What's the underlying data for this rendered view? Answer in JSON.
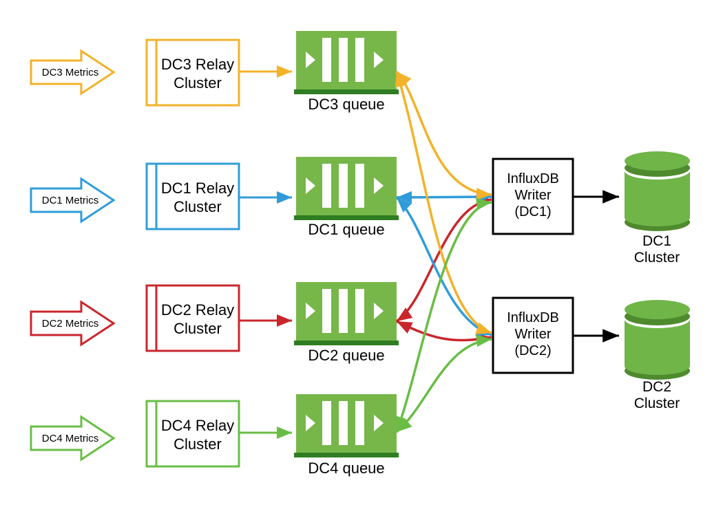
{
  "background": "#ffffff",
  "colors": {
    "dc1": "#2F9CD9",
    "dc2": "#C9262C",
    "dc3": "#F3B229",
    "dc4": "#69BD45",
    "queue_fill": "#77B74A",
    "queue_base": "#2F7D22",
    "db_fill": "#6FB548",
    "db_shade": "#4F8A2F",
    "writer_stroke": "#000000",
    "arrow_black": "#000000",
    "text": "#000000"
  },
  "sources": [
    {
      "metrics_label": "DC3 Metrics",
      "relay_line1": "DC3 Relay",
      "relay_line2": "Cluster",
      "queue_label": "DC3 queue",
      "color": "#F3B229"
    },
    {
      "metrics_label": "DC1 Metrics",
      "relay_line1": "DC1 Relay",
      "relay_line2": "Cluster",
      "queue_label": "DC1 queue",
      "color": "#2F9CD9"
    },
    {
      "metrics_label": "DC2 Metrics",
      "relay_line1": "DC2 Relay",
      "relay_line2": "Cluster",
      "queue_label": "DC2 queue",
      "color": "#C9262C"
    },
    {
      "metrics_label": "DC4 Metrics",
      "relay_line1": "DC4 Relay",
      "relay_line2": "Cluster",
      "queue_label": "DC4 queue",
      "color": "#69BD45"
    }
  ],
  "writers": [
    {
      "line1": "InfluxDB",
      "line2": "Writer",
      "line3": "(DC1)"
    },
    {
      "line1": "InfluxDB",
      "line2": "Writer",
      "line3": "(DC2)"
    }
  ],
  "clusters": [
    {
      "line1": "DC1",
      "line2": "Cluster"
    },
    {
      "line1": "DC2",
      "line2": "Cluster"
    }
  ],
  "edges": {
    "relay_to_queue": [
      {
        "from": "DC3 Relay Cluster",
        "to": "DC3 queue",
        "color": "#F3B229"
      },
      {
        "from": "DC1 Relay Cluster",
        "to": "DC1 queue",
        "color": "#2F9CD9"
      },
      {
        "from": "DC2 Relay Cluster",
        "to": "DC2 queue",
        "color": "#C9262C"
      },
      {
        "from": "DC4 Relay Cluster",
        "to": "DC4 queue",
        "color": "#69BD45"
      }
    ],
    "queue_writer": [
      {
        "queue": "DC3 queue",
        "writer": "InfluxDB Writer (DC1)",
        "color": "#F3B229",
        "bidirectional": true
      },
      {
        "queue": "DC3 queue",
        "writer": "InfluxDB Writer (DC2)",
        "color": "#F3B229",
        "bidirectional": true
      },
      {
        "queue": "DC1 queue",
        "writer": "InfluxDB Writer (DC1)",
        "color": "#2F9CD9",
        "bidirectional": true
      },
      {
        "queue": "DC1 queue",
        "writer": "InfluxDB Writer (DC2)",
        "color": "#2F9CD9",
        "bidirectional": true
      },
      {
        "queue": "DC2 queue",
        "writer": "InfluxDB Writer (DC1)",
        "color": "#C9262C",
        "bidirectional": true
      },
      {
        "queue": "DC2 queue",
        "writer": "InfluxDB Writer (DC2)",
        "color": "#C9262C",
        "bidirectional": true
      },
      {
        "queue": "DC4 queue",
        "writer": "InfluxDB Writer (DC1)",
        "color": "#69BD45",
        "bidirectional": true
      },
      {
        "queue": "DC4 queue",
        "writer": "InfluxDB Writer (DC2)",
        "color": "#69BD45",
        "bidirectional": true
      }
    ],
    "writer_to_cluster": [
      {
        "from": "InfluxDB Writer (DC1)",
        "to": "DC1 Cluster",
        "color": "#000000"
      },
      {
        "from": "InfluxDB Writer (DC2)",
        "to": "DC2 Cluster",
        "color": "#000000"
      }
    ]
  }
}
